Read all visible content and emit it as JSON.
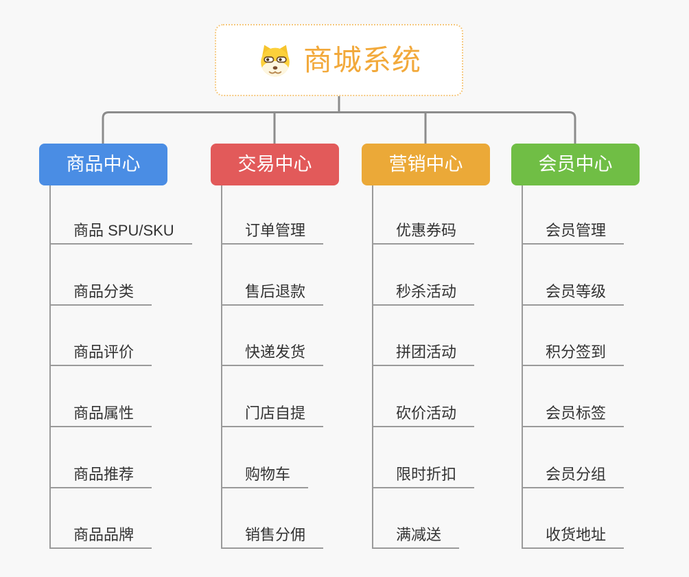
{
  "root": {
    "title": "商城系统",
    "icon": "shiba-dog-icon"
  },
  "colors": {
    "background": "#F8F8F8",
    "root_text": "#F2A93B",
    "root_border": "#F5C87E",
    "connector": "#8C8C8C",
    "item_underline": "#9A9A9A",
    "item_text": "#333333"
  },
  "branches": [
    {
      "label": "商品中心",
      "color": "#4A8DE4",
      "items": [
        "商品 SPU/SKU",
        "商品分类",
        "商品评价",
        "商品属性",
        "商品推荐",
        "商品品牌"
      ]
    },
    {
      "label": "交易中心",
      "color": "#E25A5A",
      "items": [
        "订单管理",
        "售后退款",
        "快递发货",
        "门店自提",
        "购物车",
        "销售分佣"
      ]
    },
    {
      "label": "营销中心",
      "color": "#EBA938",
      "items": [
        "优惠券码",
        "秒杀活动",
        "拼团活动",
        "砍价活动",
        "限时折扣",
        "满减送"
      ]
    },
    {
      "label": "会员中心",
      "color": "#70BE45",
      "items": [
        "会员管理",
        "会员等级",
        "积分签到",
        "会员标签",
        "会员分组",
        "收货地址"
      ]
    }
  ]
}
